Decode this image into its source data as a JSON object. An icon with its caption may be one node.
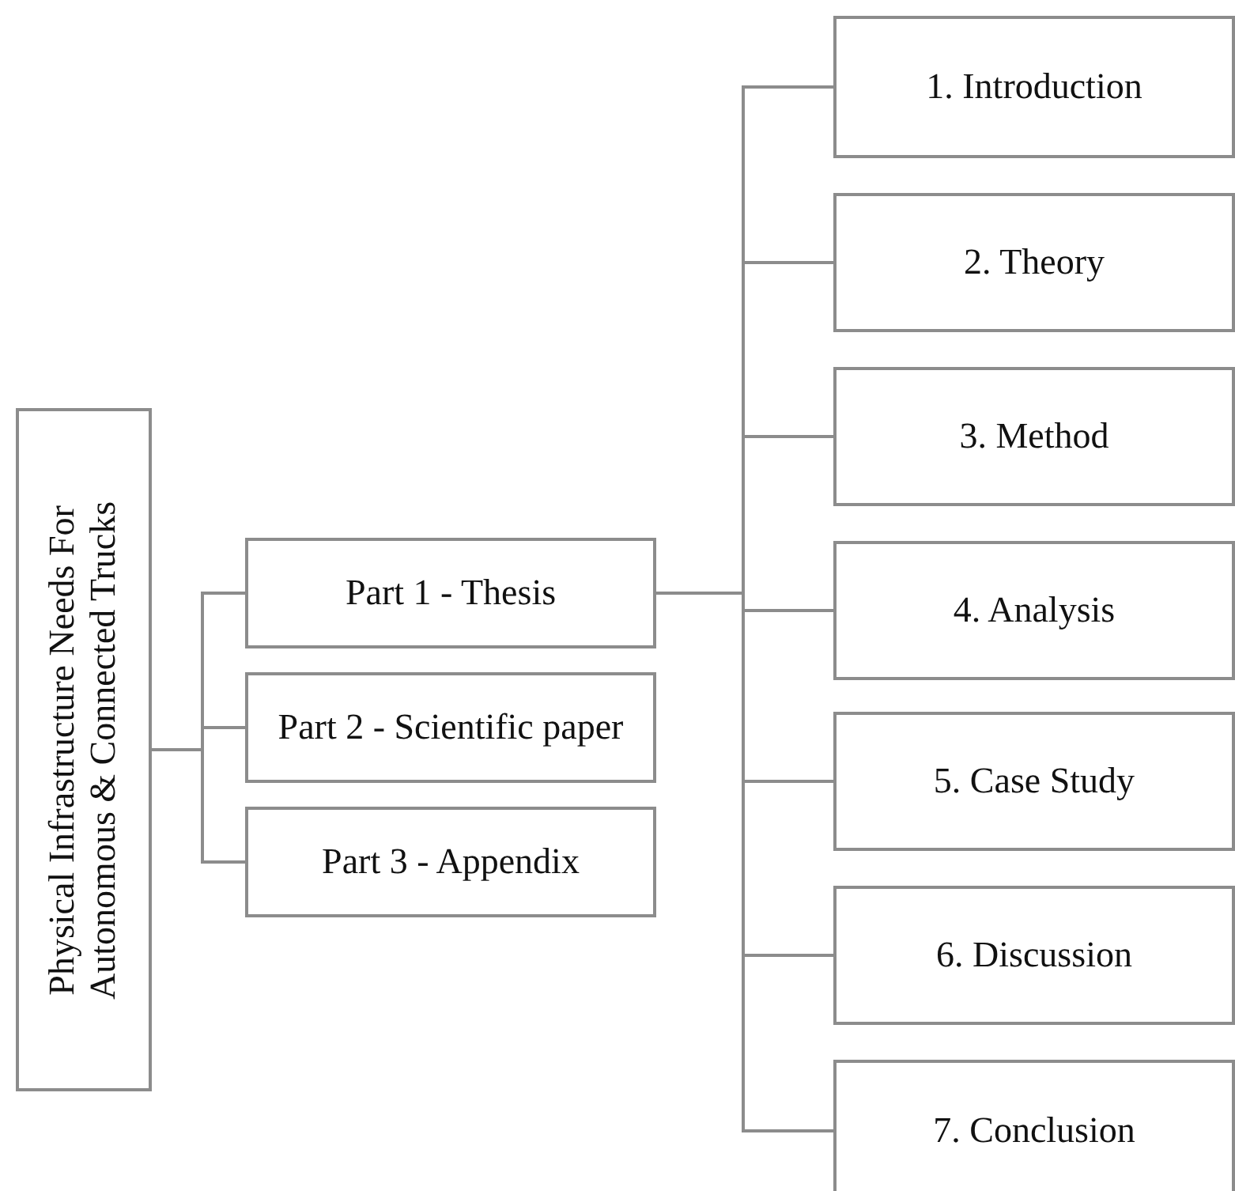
{
  "diagram": {
    "nodes": [
      {
        "text": [
          "Physical Infrastructure Needs For Autonomous & Connected Trucks"
        ]
      },
      {
        "text": [
          "Part 1 - Thesis"
        ]
      },
      {
        "text": [
          "Part 2 - Scientific paper"
        ]
      },
      {
        "text": [
          "Part 3 - Appendix"
        ]
      },
      {
        "text": [
          "1. Introduction"
        ]
      },
      {
        "text": [
          "2. Theory"
        ]
      },
      {
        "text": [
          "3. Method"
        ]
      },
      {
        "text": [
          "4. Analysis"
        ]
      },
      {
        "text": [
          "5. Case Study"
        ]
      },
      {
        "text": [
          "6. Discussion"
        ]
      },
      {
        "text": [
          "7. Conclusion"
        ]
      }
    ],
    "edges": [
      {
        "from": 0,
        "to": 1,
        "arrow": "none"
      },
      {
        "from": 0,
        "to": 2,
        "arrow": "none"
      },
      {
        "from": 0,
        "to": 3,
        "arrow": "none"
      },
      {
        "from": 1,
        "to": 4,
        "arrow": "none"
      },
      {
        "from": 1,
        "to": 5,
        "arrow": "none"
      },
      {
        "from": 1,
        "to": 6,
        "arrow": "none"
      },
      {
        "from": 1,
        "to": 7,
        "arrow": "none"
      },
      {
        "from": 1,
        "to": 8,
        "arrow": "none"
      },
      {
        "from": 1,
        "to": 9,
        "arrow": "none"
      },
      {
        "from": 1,
        "to": 10,
        "arrow": "none"
      }
    ]
  }
}
